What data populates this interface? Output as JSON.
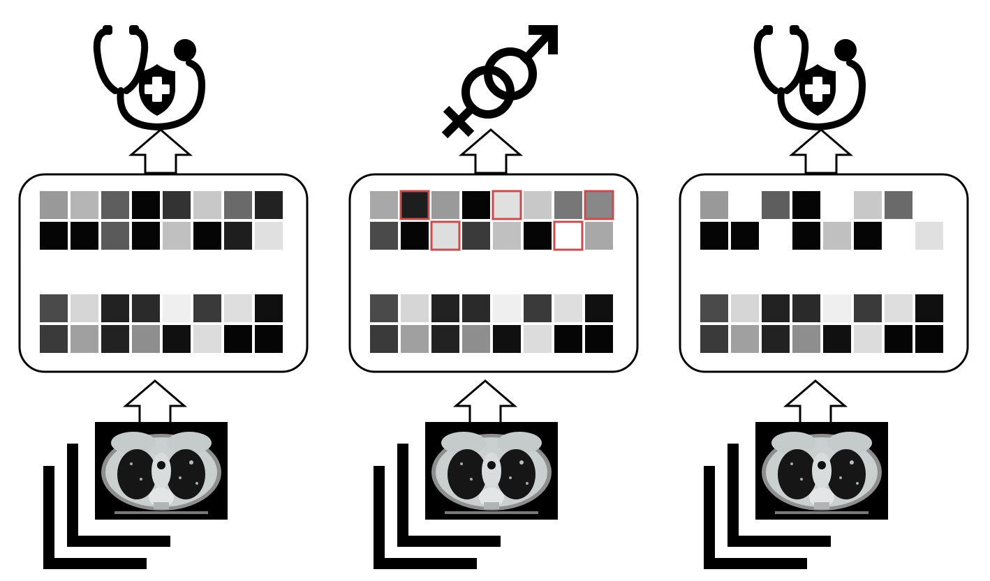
{
  "colors": {
    "background": "#ffffff",
    "stroke": "#000000",
    "highlight": "#c94c4c",
    "ct_background": "#000000"
  },
  "panels": [
    {
      "id": "panel-disease-left",
      "top_icon": "stethoscope-shield-icon",
      "matrix": {
        "top_rows": [
          [
            "#999999",
            "#b5b5b5",
            "#5e5e5e",
            "#050505",
            "#333333",
            "#c8c8c8",
            "#6a6a6a",
            "#222222"
          ],
          [
            "#050505",
            "#050505",
            "#5a5a5a",
            "#050505",
            "#c0c0c0",
            "#050505",
            "#1e1e1e",
            "#e0e0e0"
          ]
        ],
        "bottom_rows": [
          [
            "#4a4a4a",
            "#d6d6d6",
            "#222222",
            "#2a2a2a",
            "#efefef",
            "#3a3a3a",
            "#dedede",
            "#101010"
          ],
          [
            "#3a3a3a",
            "#a0a0a0",
            "#222222",
            "#8e8e8e",
            "#101010",
            "#dcdcdc",
            "#050505",
            "#050505"
          ]
        ],
        "highlight_cells": [],
        "removed_cells": []
      }
    },
    {
      "id": "panel-sex-middle",
      "top_icon": "gender-symbols-icon",
      "matrix": {
        "top_rows": [
          [
            "#a8a8a8",
            "#1e1e1e",
            "#9a9a9a",
            "#050505",
            "#e0e0e0",
            "#c8c8c8",
            "#777777",
            "#888888"
          ],
          [
            "#4a4a4a",
            "#050505",
            "#dedede",
            "#3a3a3a",
            "#c0c0c0",
            "#050505",
            "#ffffff",
            "#a8a8a8"
          ]
        ],
        "bottom_rows": [
          [
            "#4a4a4a",
            "#d6d6d6",
            "#222222",
            "#2a2a2a",
            "#efefef",
            "#3a3a3a",
            "#dedede",
            "#101010"
          ],
          [
            "#3a3a3a",
            "#a0a0a0",
            "#222222",
            "#8e8e8e",
            "#101010",
            "#dcdcdc",
            "#050505",
            "#050505"
          ]
        ],
        "highlight_cells": [
          [
            0,
            1
          ],
          [
            0,
            4
          ],
          [
            0,
            7
          ],
          [
            1,
            2
          ],
          [
            1,
            6
          ]
        ],
        "removed_cells": []
      }
    },
    {
      "id": "panel-disease-right",
      "top_icon": "stethoscope-shield-icon",
      "matrix": {
        "top_rows": [
          [
            "#999999",
            "#b5b5b5",
            "#5e5e5e",
            "#050505",
            "#333333",
            "#c8c8c8",
            "#6a6a6a",
            "#222222"
          ],
          [
            "#050505",
            "#050505",
            "#5a5a5a",
            "#050505",
            "#c0c0c0",
            "#050505",
            "#1e1e1e",
            "#e0e0e0"
          ]
        ],
        "bottom_rows": [
          [
            "#4a4a4a",
            "#d6d6d6",
            "#222222",
            "#2a2a2a",
            "#efefef",
            "#3a3a3a",
            "#dedede",
            "#101010"
          ],
          [
            "#3a3a3a",
            "#a0a0a0",
            "#222222",
            "#8e8e8e",
            "#101010",
            "#dcdcdc",
            "#050505",
            "#050505"
          ]
        ],
        "highlight_cells": [],
        "removed_cells": [
          [
            0,
            1
          ],
          [
            0,
            4
          ],
          [
            0,
            7
          ],
          [
            1,
            2
          ],
          [
            1,
            6
          ]
        ]
      }
    }
  ]
}
